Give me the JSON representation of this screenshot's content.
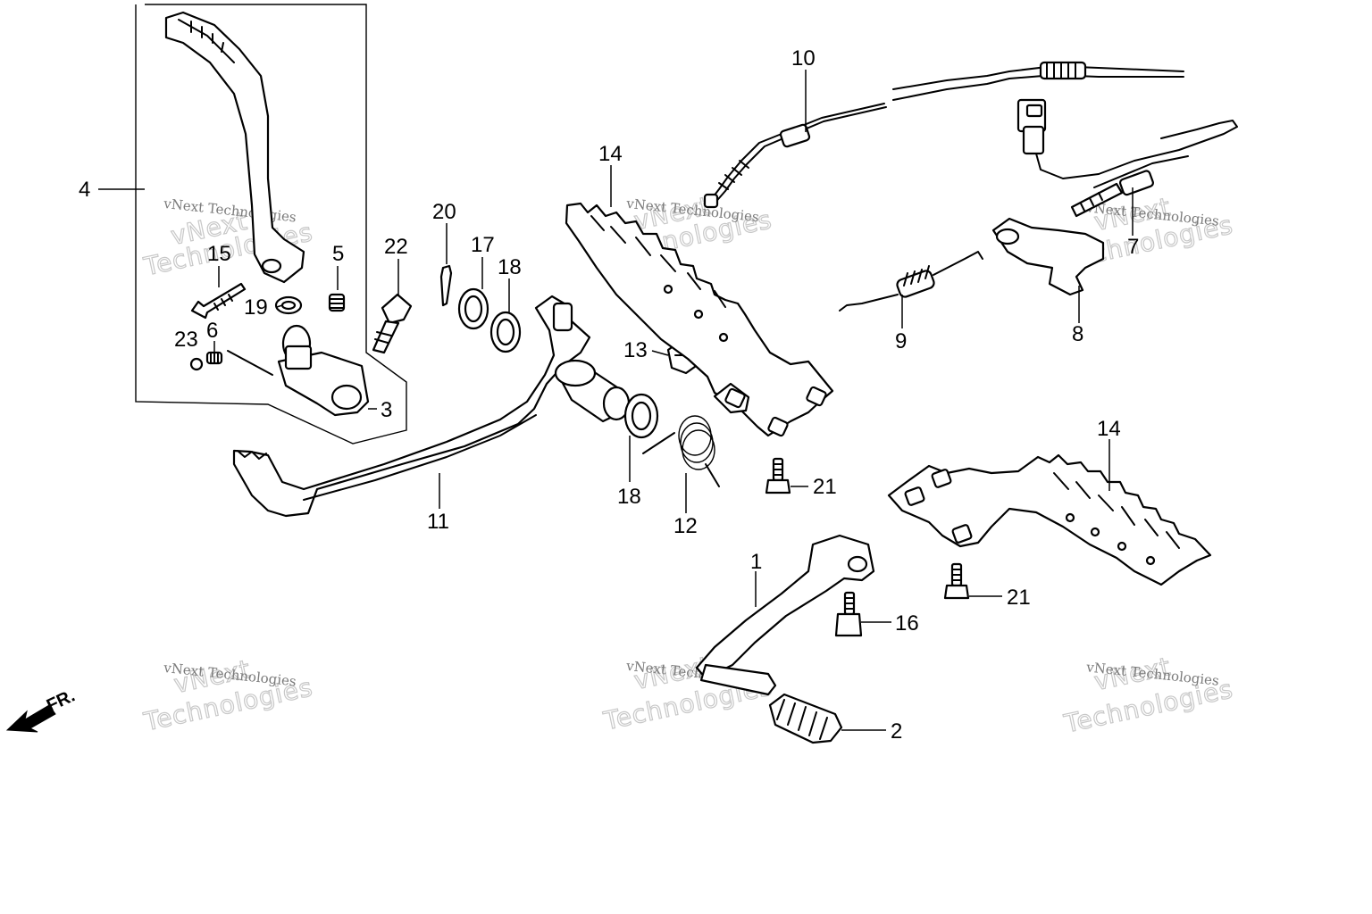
{
  "diagram": {
    "orientation_label": "FR.",
    "watermark_line1": "vNext Technologies",
    "watermark_line2": "Technologies",
    "watermark_line3": "vNext",
    "callouts": {
      "c1": "1",
      "c2": "2",
      "c3": "3",
      "c4": "4",
      "c5": "5",
      "c6": "6",
      "c7": "7",
      "c8": "8",
      "c9": "9",
      "c10": "10",
      "c11": "11",
      "c12": "12",
      "c13": "13",
      "c14a": "14",
      "c14b": "14",
      "c15": "15",
      "c16": "16",
      "c17": "17",
      "c18a": "18",
      "c18b": "18",
      "c19": "19",
      "c20": "20",
      "c21a": "21",
      "c21b": "21",
      "c22": "22",
      "c23": "23"
    }
  }
}
